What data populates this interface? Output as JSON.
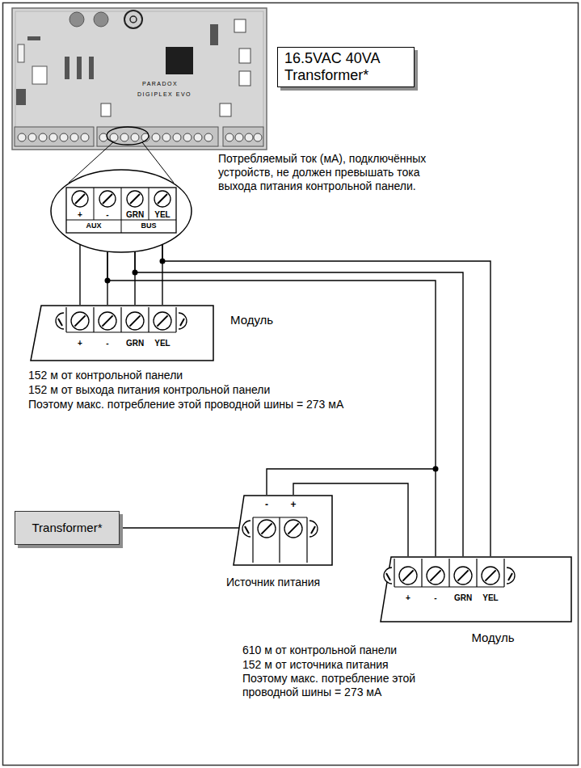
{
  "diagram": {
    "nodes": [
      {
        "text": [
          "16.5VAC 40VA Transformer*"
        ]
      },
      {
        "text": [
          "+",
          "-",
          "GRN",
          "YEL",
          "AUX",
          "BUS"
        ]
      },
      {
        "text": [
          "Модуль",
          "+",
          "-",
          "GRN",
          "YEL"
        ]
      },
      {
        "text": [
          "Transformer*"
        ]
      },
      {
        "text": [
          "Источник питания",
          "-",
          "+"
        ]
      },
      {
        "text": [
          "Модуль",
          "+",
          "-",
          "GRN",
          "YEL"
        ]
      }
    ],
    "edges": [
      {
        "from": 1,
        "to": 2,
        "arrow": "none"
      },
      {
        "from": 1,
        "to": 5,
        "arrow": "none"
      },
      {
        "from": 3,
        "to": 4,
        "arrow": "none"
      },
      {
        "from": 4,
        "to": 5,
        "arrow": "none"
      }
    ],
    "labels": [
      "PARADOX",
      "DIGIPLEX EVO",
      "Потребляемый ток (мА), подключённых устройств, не должен превышать тока выхода питания контрольной панели.",
      "152 м от контрольной панели",
      "152 м от выхода питания контрольной панели",
      "Поэтому макс. потребление этой проводной шины = 273 мА",
      "610 м от контрольной панели",
      "152 м от источника питания",
      "Поэтому макс. потребление этой проводной шины = 273 мА"
    ]
  }
}
